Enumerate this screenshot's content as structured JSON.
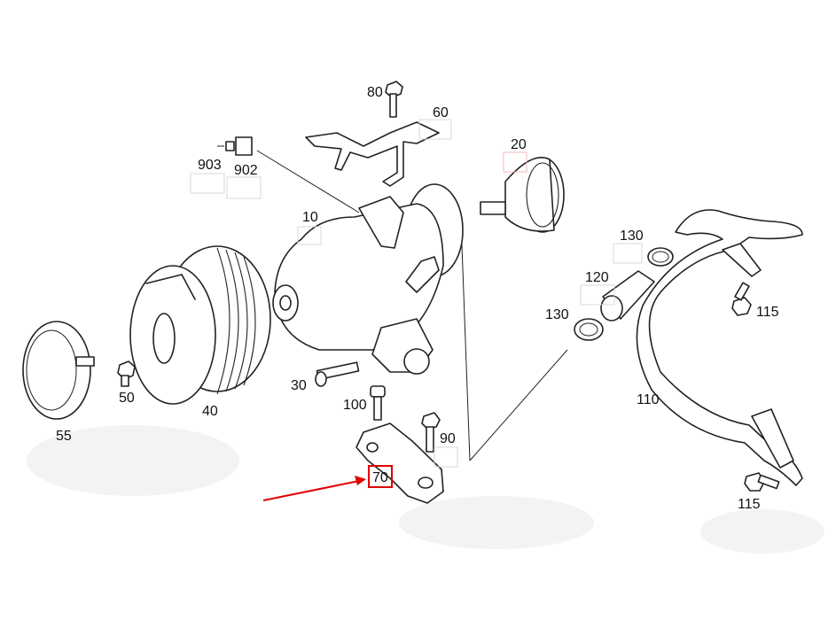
{
  "diagram": {
    "labels": {
      "p10": "10",
      "p20": "20",
      "p30": "30",
      "p40": "40",
      "p50": "50",
      "p55": "55",
      "p60": "60",
      "p70": "70",
      "p80": "80",
      "p90": "90",
      "p100": "100",
      "p110": "110",
      "p115a": "115",
      "p115b": "115",
      "p120": "120",
      "p130a": "130",
      "p130b": "130",
      "p902": "902",
      "p903": "903"
    },
    "highlight": {
      "part": "70",
      "color": "#e00000"
    }
  }
}
